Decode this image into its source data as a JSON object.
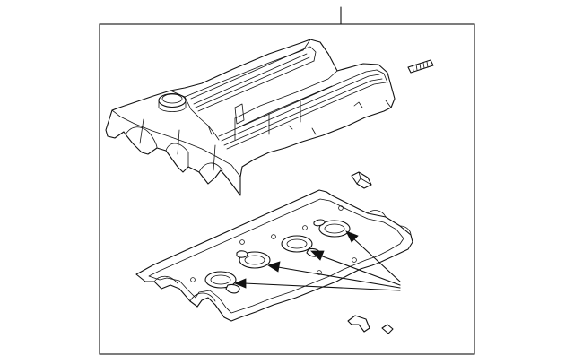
{
  "diagram": {
    "kind": "exploded-parts-illustration",
    "labels": [],
    "parts": [
      {
        "name": "valve-cover-assembly"
      },
      {
        "name": "stud-bolt"
      },
      {
        "name": "small-clip"
      },
      {
        "name": "valve-cover-gasket"
      },
      {
        "name": "spark-plug-tube-seals",
        "count": 4
      },
      {
        "name": "gasket-fragment-left"
      },
      {
        "name": "gasket-fragment-right"
      }
    ],
    "colors": {
      "line": "#111111",
      "background": "#ffffff"
    }
  }
}
